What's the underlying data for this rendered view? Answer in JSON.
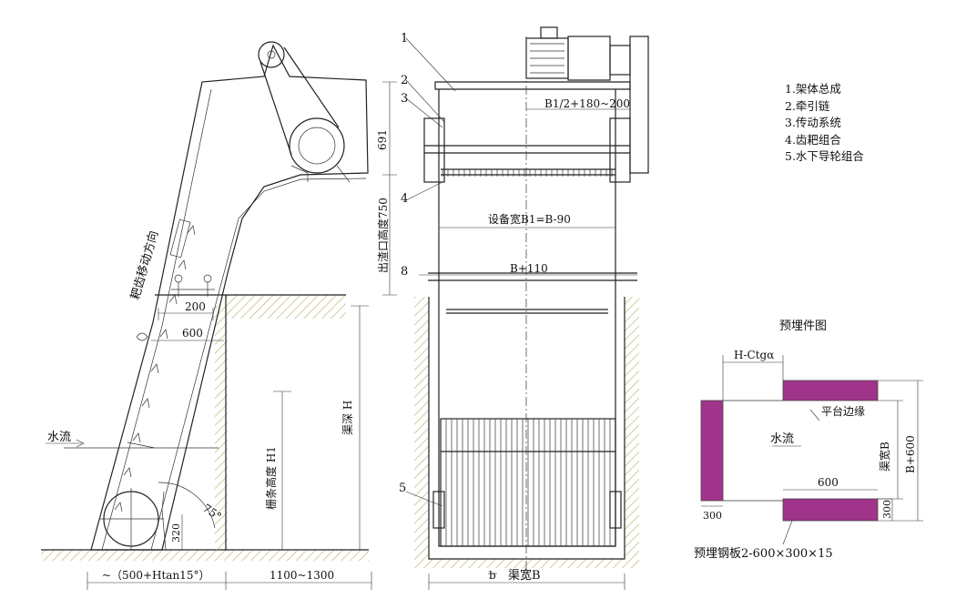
{
  "legend": [
    "1.架体总成",
    "2.牵引链",
    "3.传动系统",
    "4.齿耙组合",
    "5.水下导轮组合"
  ],
  "side_view": {
    "rake_direction": "耙齿移动方向",
    "water_flow": "水流",
    "dim_200": "200",
    "dim_600": "600",
    "dim_320": "320",
    "angle": "75°",
    "grille_height": "栅条高度 H1",
    "channel_depth": "渠深 H",
    "discharge_height": "出渣口高度750",
    "dim_691": "691",
    "bottom_left": "~（500+Htan15°）",
    "bottom_right": "1100~1300"
  },
  "front_view": {
    "label_1": "1",
    "label_2": "2",
    "label_3": "3",
    "label_4": "4",
    "label_5": "5",
    "label_8": "8",
    "drive_offset": "B1/2+180~200",
    "equipment_width": "设备宽B1=B-90",
    "outer_width": "B+110",
    "b_mark": "b",
    "channel_width": "渠宽B"
  },
  "embed_view": {
    "title": "预埋件图",
    "h_ctg": "H-Ctgα",
    "platform_edge": "平台边缘",
    "water_flow": "水流",
    "channel_width": "渠宽B",
    "b_plus_600": "B+600",
    "dim_600": "600",
    "dim_300_left": "300",
    "dim_300_right": "300",
    "steel_plate": "预埋钢板2-600×300×15",
    "plate_color": "#a0338a"
  }
}
